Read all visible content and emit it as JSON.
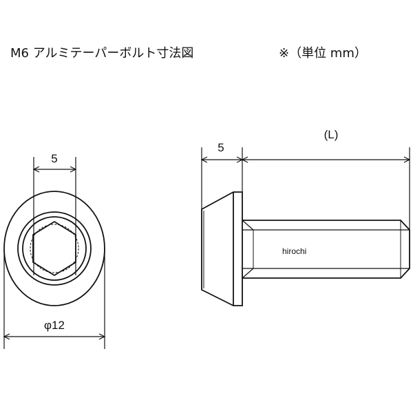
{
  "title": "M6 アルミテーパーボルト寸法図",
  "unit_note": "※（単位 mm）",
  "front_view": {
    "hex_width_label": "5",
    "diameter_label": "φ12"
  },
  "side_view": {
    "head_height_label": "5",
    "length_label": "(L)"
  },
  "watermark": "hirochi",
  "colors": {
    "line": "#111111",
    "background": "#ffffff"
  }
}
